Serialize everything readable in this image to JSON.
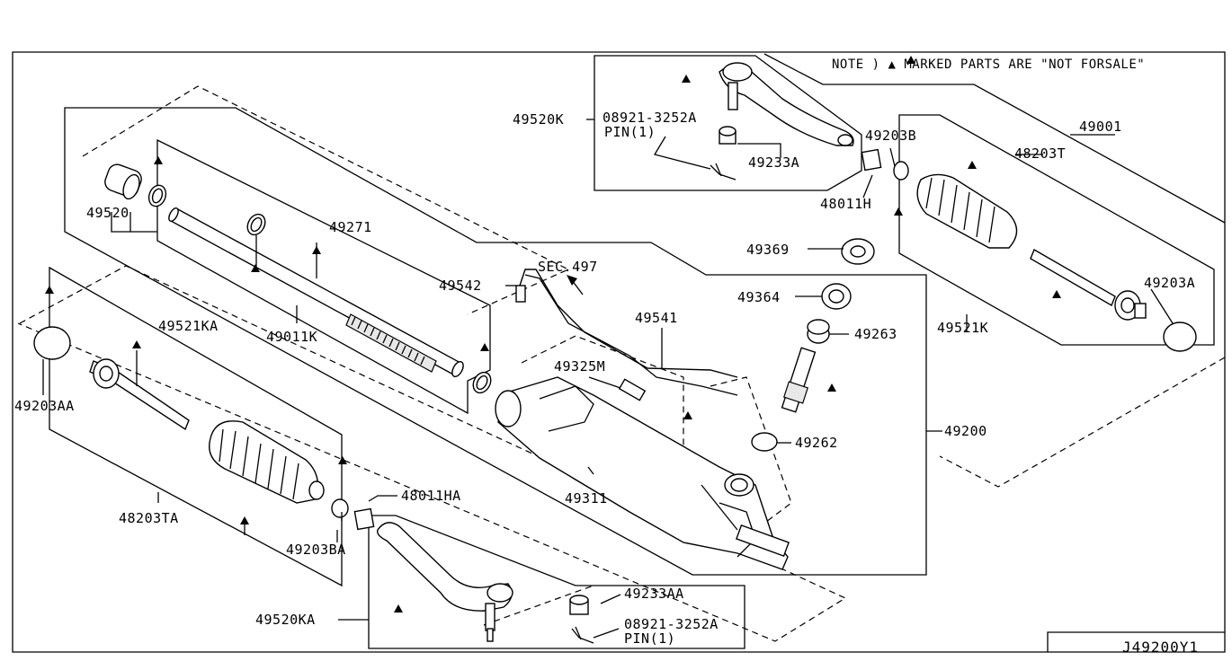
{
  "note": "NOTE ) ▲ MARKED PARTS ARE \"NOT FORSALE\"",
  "diagram_code": "J49200Y1",
  "labels": {
    "p49001": "49001",
    "p49520K": "49520K",
    "p08921_top": "08921-3252A",
    "pin_top": "PIN(1)",
    "p49233A": "49233A",
    "p49203B": "49203B",
    "p48011H": "48011H",
    "p48203T": "48203T",
    "p49369": "49369",
    "p49364": "49364",
    "p49263": "49263",
    "p49203A": "49203A",
    "p49521K": "49521K",
    "p49520": "49520",
    "p49271": "49271",
    "p49011K": "49011K",
    "p49542": "49542",
    "sec497": "SEC.497",
    "p49541": "49541",
    "p49325M": "49325M",
    "p49262": "49262",
    "p49200": "49200",
    "p49521KA": "49521KA",
    "p49203AA": "49203AA",
    "p48203TA": "48203TA",
    "p49203BA": "49203BA",
    "p48011HA": "48011HA",
    "p49311": "49311",
    "p49520KA": "49520KA",
    "p49233AA": "49233AA",
    "p08921_bot": "08921-3252A",
    "pin_bot": "PIN(1)"
  }
}
